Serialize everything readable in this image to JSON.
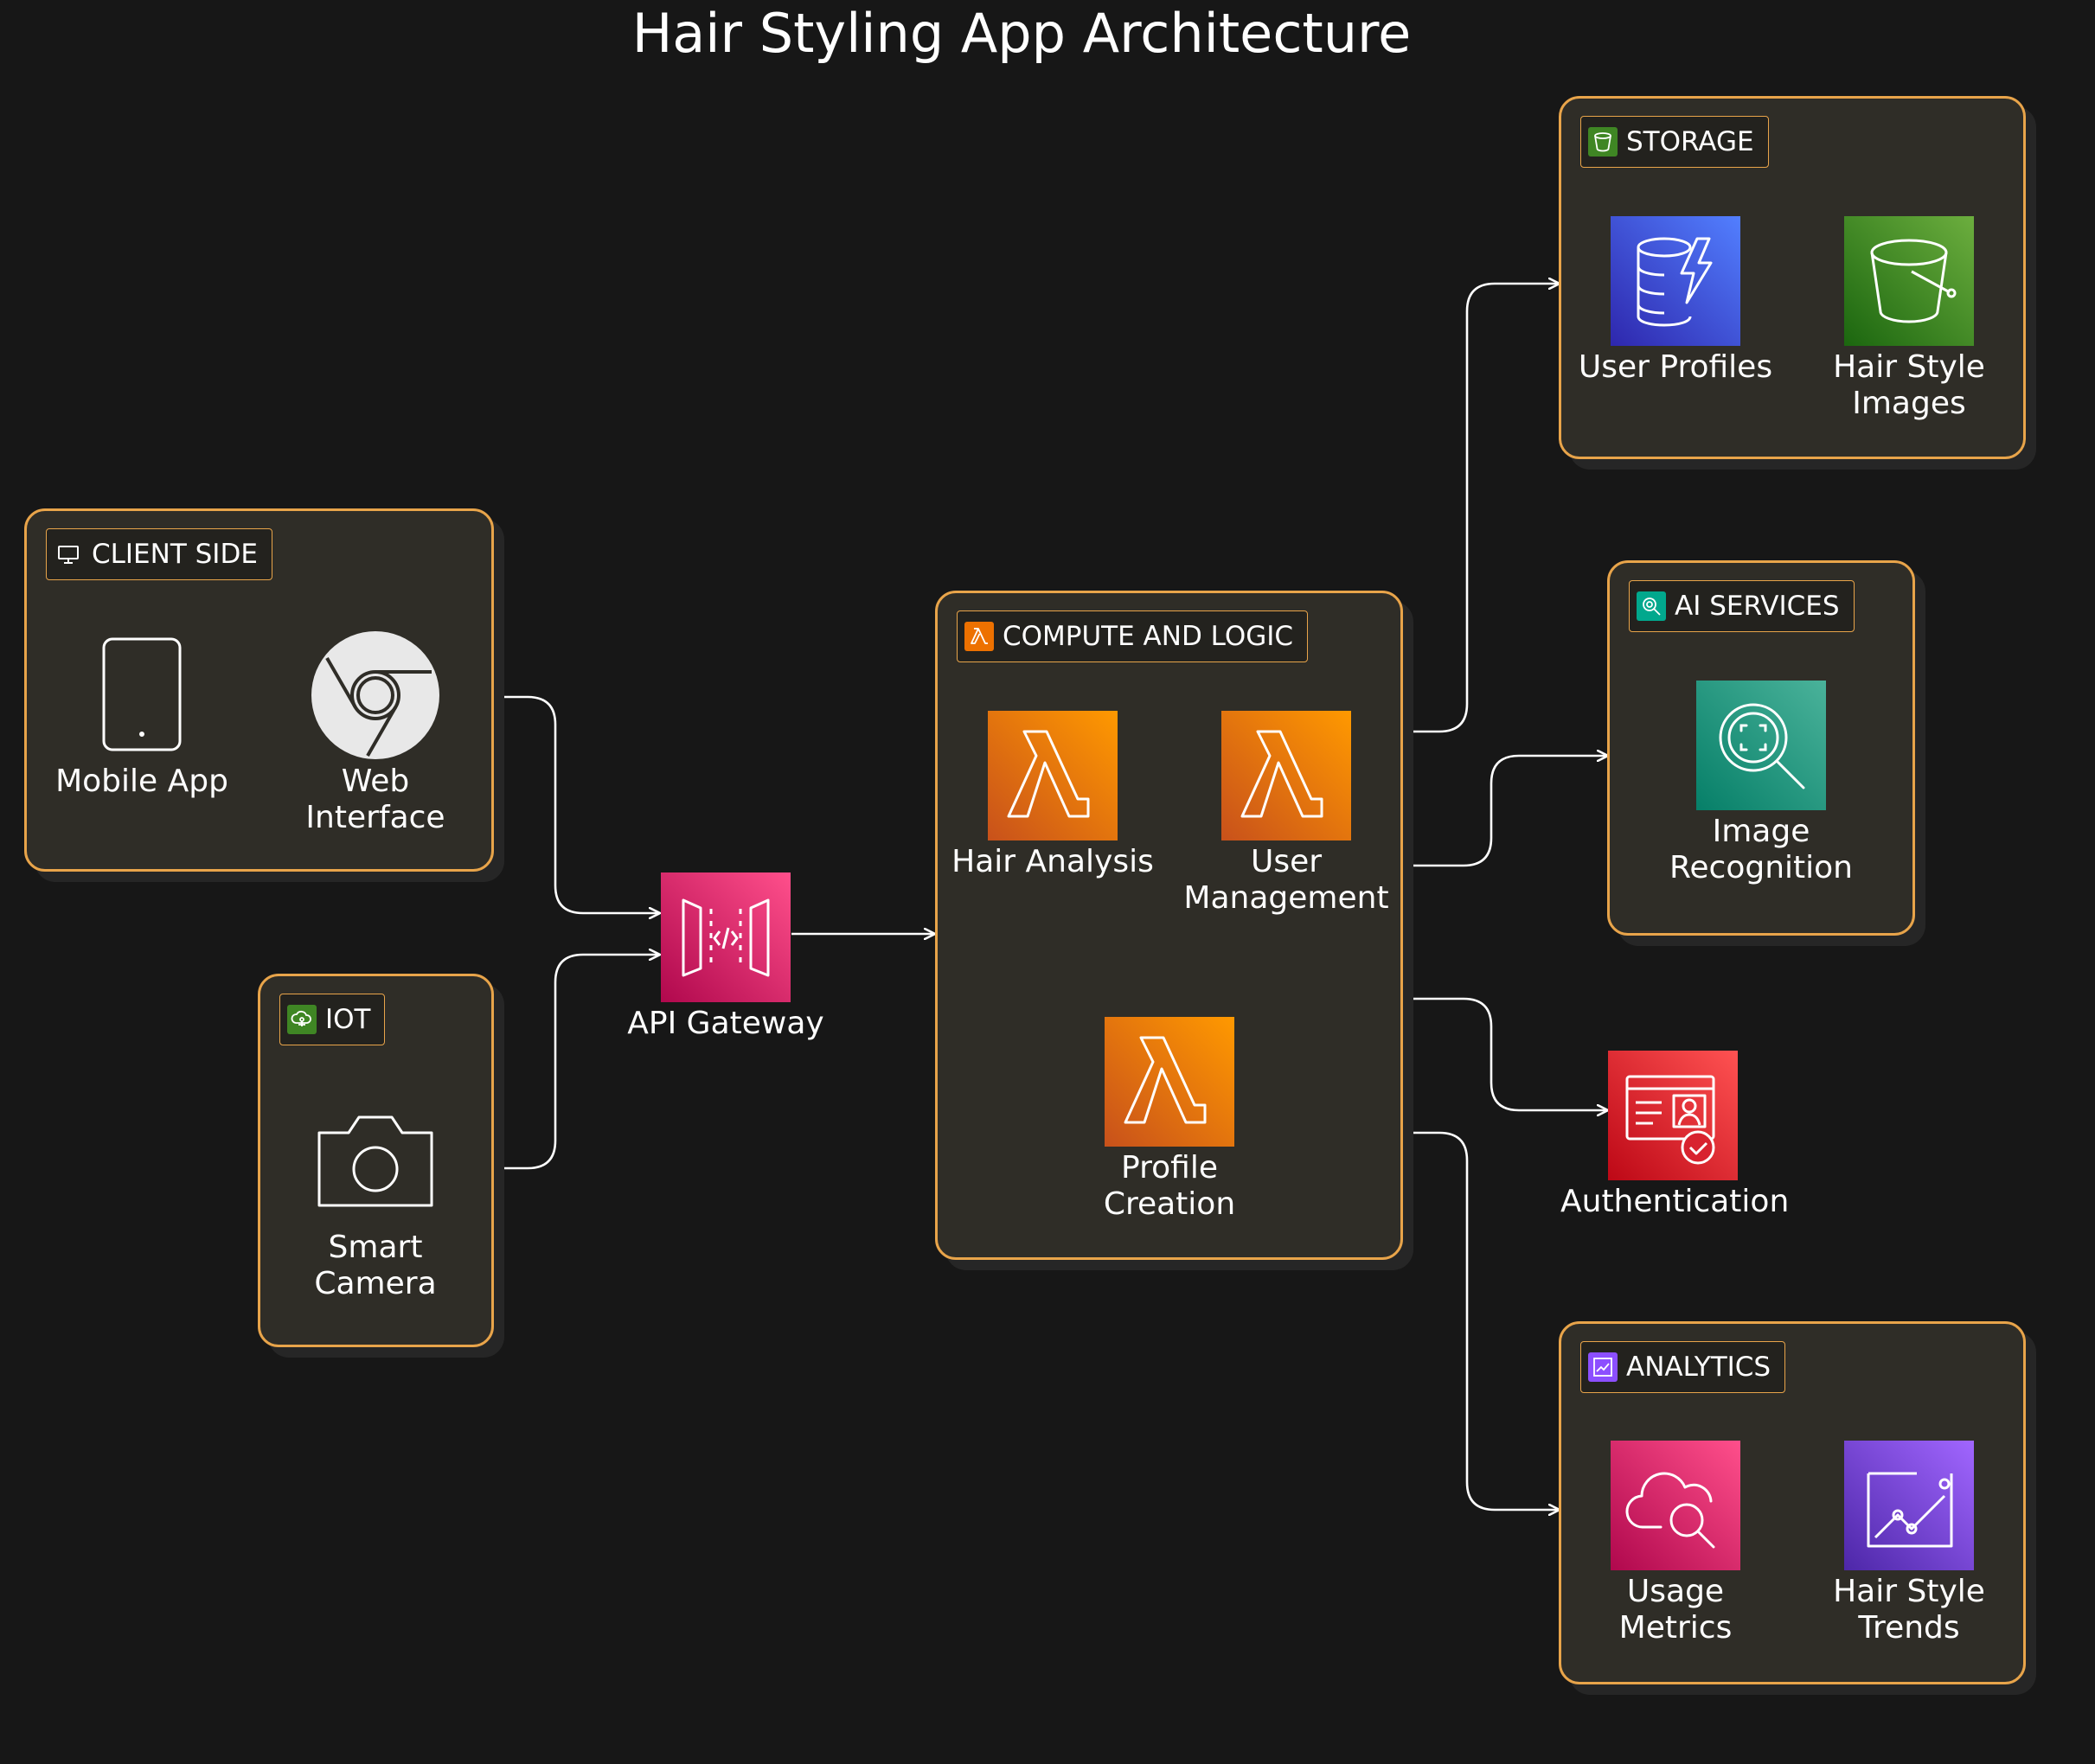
{
  "title": "Hair Styling App Architecture",
  "colors": {
    "background": "#171717",
    "group_fill": "#2f2d27",
    "group_border": "#e8a44a",
    "connector": "#ffffff",
    "lambda": "#ed7100",
    "api_gateway": "#e7157b",
    "dynamodb": "#3b48cc",
    "s3": "#3f8624",
    "rekognition": "#01a88d",
    "auth": "#dd344c",
    "cloudwatch": "#e7157b",
    "quicksight": "#8c4fff"
  },
  "groups": {
    "client": {
      "label": "CLIENT SIDE",
      "icon": "monitor-icon"
    },
    "iot": {
      "label": "IOT",
      "icon": "iot-icon"
    },
    "compute": {
      "label": "COMPUTE AND LOGIC",
      "icon": "lambda-icon"
    },
    "storage": {
      "label": "STORAGE",
      "icon": "bucket-icon"
    },
    "ai": {
      "label": "AI SERVICES",
      "icon": "rekognition-icon"
    },
    "analytics": {
      "label": "ANALYTICS",
      "icon": "chart-icon"
    }
  },
  "nodes": {
    "mobile": {
      "label": "Mobile App",
      "icon": "mobile-device-icon"
    },
    "web": {
      "label": "Web\nInterface",
      "icon": "chrome-browser-icon"
    },
    "camera": {
      "label": "Smart\nCamera",
      "icon": "camera-icon"
    },
    "apigw": {
      "label": "API Gateway",
      "icon": "api-gateway-icon"
    },
    "hair_analysis": {
      "label": "Hair Analysis",
      "icon": "lambda-icon"
    },
    "user_mgmt": {
      "label": "User\nManagement",
      "icon": "lambda-icon"
    },
    "profile_creation": {
      "label": "Profile\nCreation",
      "icon": "lambda-icon"
    },
    "user_profiles": {
      "label": "User Profiles",
      "icon": "dynamodb-icon"
    },
    "hair_images": {
      "label": "Hair Style\nImages",
      "icon": "s3-bucket-icon"
    },
    "image_recognition": {
      "label": "Image\nRecognition",
      "icon": "rekognition-icon"
    },
    "authentication": {
      "label": "Authentication",
      "icon": "identity-card-icon"
    },
    "usage_metrics": {
      "label": "Usage\nMetrics",
      "icon": "cloudwatch-icon"
    },
    "trends": {
      "label": "Hair Style\nTrends",
      "icon": "quicksight-icon"
    }
  },
  "edges": [
    {
      "from": "client",
      "to": "apigw"
    },
    {
      "from": "iot",
      "to": "apigw"
    },
    {
      "from": "apigw",
      "to": "compute"
    },
    {
      "from": "compute",
      "to": "storage"
    },
    {
      "from": "compute",
      "to": "ai"
    },
    {
      "from": "compute",
      "to": "authentication"
    },
    {
      "from": "compute",
      "to": "analytics"
    }
  ]
}
